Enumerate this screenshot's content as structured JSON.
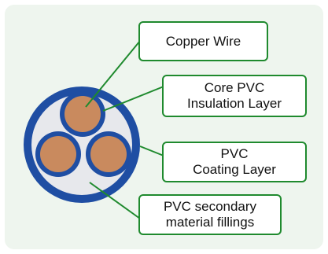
{
  "colors": {
    "background_panel": "#eef5ee",
    "sheath": "#1f4ea3",
    "filling": "#e7e8ec",
    "insulation": "#1f4ea3",
    "copper": "#c98a5e",
    "leader_line": "#1f8a2e",
    "box_border": "#1f8a2e"
  },
  "labels": {
    "copper_wire": "Copper Wire",
    "core_insulation_line1": "Core PVC",
    "core_insulation_line2": "Insulation Layer",
    "coating_line1": "PVC",
    "coating_line2": "Coating Layer",
    "filling_line1": "PVC secondary",
    "filling_line2": "material fillings"
  }
}
